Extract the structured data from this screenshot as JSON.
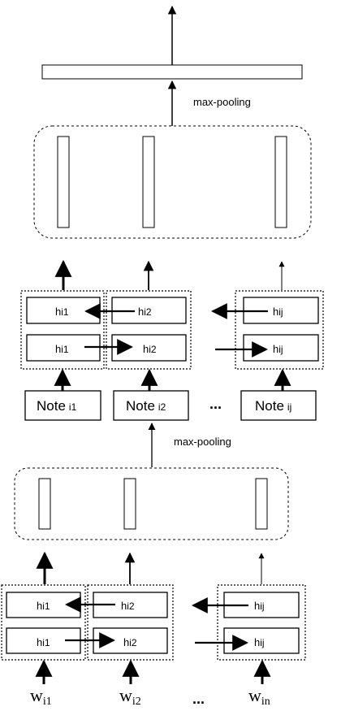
{
  "labels": {
    "max_pooling_top": "max-pooling",
    "max_pooling_mid": "max-pooling",
    "ellipsis_notes": "...",
    "ellipsis_words": "..."
  },
  "hidden_states": {
    "h_base": "h",
    "sub_i1": "i1",
    "sub_i2": "i2",
    "sub_ij": "ij"
  },
  "notes": [
    {
      "base": "Note",
      "sub": "i1"
    },
    {
      "base": "Note",
      "sub": "i2"
    },
    {
      "base": "Note",
      "sub": "ij"
    }
  ],
  "words": [
    {
      "base": "w",
      "sub": "i1"
    },
    {
      "base": "w",
      "sub": "i2"
    },
    {
      "base": "w",
      "sub": "in"
    }
  ]
}
